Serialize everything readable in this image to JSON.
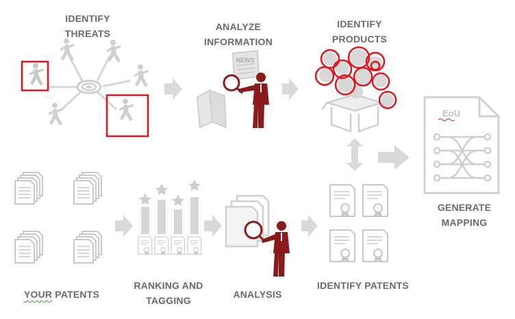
{
  "labels": {
    "identify_threats": [
      "IDENTIFY",
      "THREATS"
    ],
    "analyze_information": [
      "ANALYZE",
      "INFORMATION"
    ],
    "identify_products": [
      "IDENTIFY",
      "PRODUCTS"
    ],
    "generate_mapping": [
      "GENERATE",
      "MAPPING"
    ],
    "your_patents": [
      "YOUR",
      "PATENTS"
    ],
    "ranking_and_tagging": [
      "RANKING AND",
      "TAGGING"
    ],
    "analysis": "ANALYSIS",
    "identify_patents": "IDENTIFY PATENTS",
    "eou_doc": "EoU",
    "news_sign": "NEWS"
  },
  "colors": {
    "gray": "#d9d9d9",
    "dark_gray": "#bfbfbf",
    "red": "#8b1a1a",
    "highlight": "#e3141b",
    "text": "#6a6a6a"
  }
}
